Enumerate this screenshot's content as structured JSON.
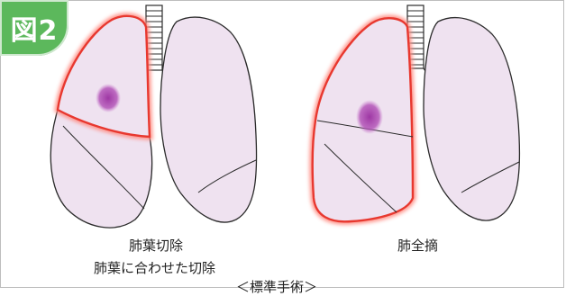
{
  "figure_badge": "図2",
  "left_diagram": {
    "title": "肺葉切除",
    "subtitle": "肺葉に合わせた切除"
  },
  "right_diagram": {
    "title": "肺全摘"
  },
  "footer_caption": "＜標準手術＞",
  "colors": {
    "lung_fill": "#efe2f0",
    "lung_outline": "#2b2b2b",
    "resection_outline": "#e8382f",
    "tumor": "#a03aa5",
    "badge": "#5cb85c"
  }
}
